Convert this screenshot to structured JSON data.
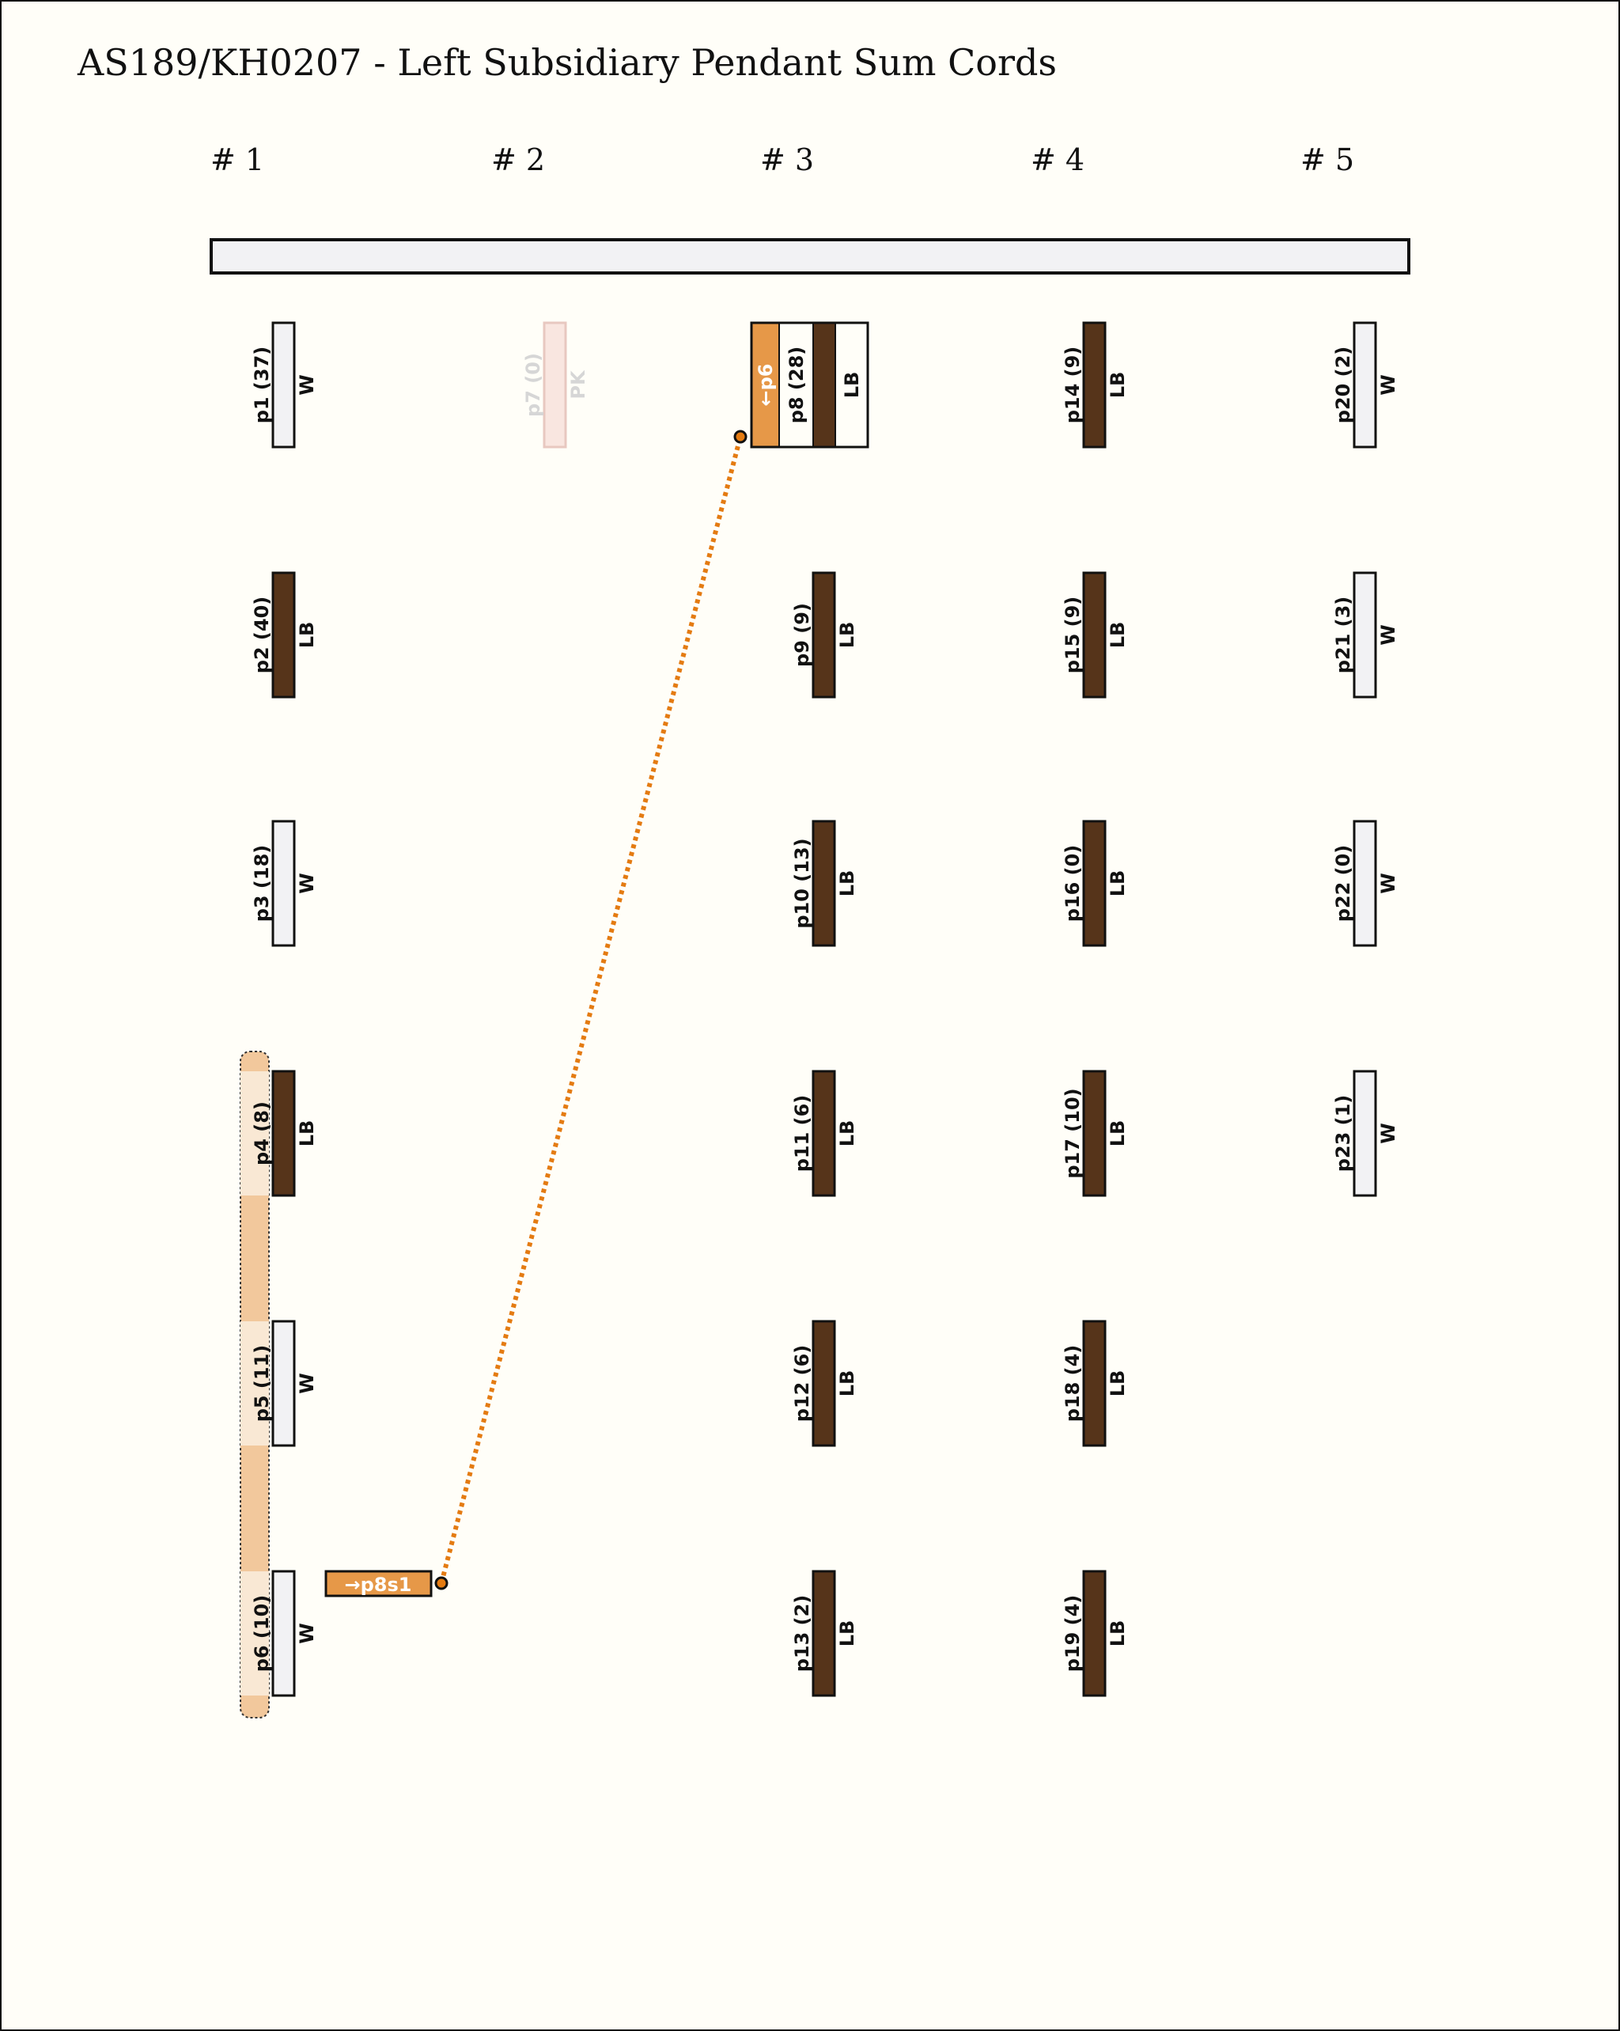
{
  "title": "AS189/KH0207 - Left Subsidiary Pendant Sum Cords",
  "colors": {
    "W": "#f2f2f4",
    "LB": "#56341a",
    "PK": "#f9e6e0",
    "highlight": "#f2c89c",
    "highlight_light": "#f9e8d4",
    "link": "#e47b12",
    "link_box": "#e69848",
    "background": "#fffef8"
  },
  "columns": [
    {
      "label": "# 1",
      "cords": [
        {
          "id": "p1",
          "value": 37,
          "color": "W",
          "row": 0
        },
        {
          "id": "p2",
          "value": 40,
          "color": "LB",
          "row": 1
        },
        {
          "id": "p3",
          "value": 18,
          "color": "W",
          "row": 2
        },
        {
          "id": "p4",
          "value": 8,
          "color": "LB",
          "row": 3
        },
        {
          "id": "p5",
          "value": 11,
          "color": "W",
          "row": 4
        },
        {
          "id": "p6",
          "value": 10,
          "color": "W",
          "row": 5
        }
      ]
    },
    {
      "label": "# 2",
      "cords": [
        {
          "id": "p7",
          "value": 0,
          "color": "PK",
          "row": 0,
          "faded": true
        }
      ]
    },
    {
      "label": "# 3",
      "cords": [
        {
          "id": "p8",
          "value": 28,
          "color": "LB",
          "row": 0,
          "composite": true
        },
        {
          "id": "p9",
          "value": 9,
          "color": "LB",
          "row": 1
        },
        {
          "id": "p10",
          "value": 13,
          "color": "LB",
          "row": 2
        },
        {
          "id": "p11",
          "value": 6,
          "color": "LB",
          "row": 3
        },
        {
          "id": "p12",
          "value": 6,
          "color": "LB",
          "row": 4
        },
        {
          "id": "p13",
          "value": 2,
          "color": "LB",
          "row": 5
        }
      ]
    },
    {
      "label": "# 4",
      "cords": [
        {
          "id": "p14",
          "value": 9,
          "color": "LB",
          "row": 0
        },
        {
          "id": "p15",
          "value": 9,
          "color": "LB",
          "row": 1
        },
        {
          "id": "p16",
          "value": 0,
          "color": "LB",
          "row": 2
        },
        {
          "id": "p17",
          "value": 10,
          "color": "LB",
          "row": 3
        },
        {
          "id": "p18",
          "value": 4,
          "color": "LB",
          "row": 4
        },
        {
          "id": "p19",
          "value": 4,
          "color": "LB",
          "row": 5
        }
      ]
    },
    {
      "label": "# 5",
      "cords": [
        {
          "id": "p20",
          "value": 2,
          "color": "W",
          "row": 0
        },
        {
          "id": "p21",
          "value": 3,
          "color": "W",
          "row": 1
        },
        {
          "id": "p22",
          "value": 0,
          "color": "W",
          "row": 2
        },
        {
          "id": "p23",
          "value": 1,
          "color": "W",
          "row": 3
        }
      ]
    }
  ],
  "links": {
    "source_label": "→p8s1",
    "target_label": "←p6"
  }
}
